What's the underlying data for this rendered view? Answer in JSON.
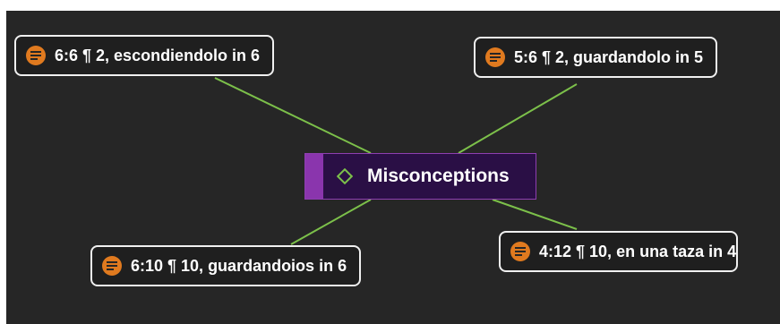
{
  "central": {
    "label": "Misconceptions",
    "icon": "diamond-icon"
  },
  "topics": [
    {
      "label": "6:6 ¶ 2, escondiendolo in 6",
      "icon": "note-icon"
    },
    {
      "label": "5:6 ¶ 2, guardandolo in 5",
      "icon": "note-icon"
    },
    {
      "label": "6:10 ¶ 10, guardandoios in 6",
      "icon": "note-icon"
    },
    {
      "label": "4:12 ¶ 10, en una taza in 4",
      "icon": "note-icon"
    }
  ],
  "colors": {
    "canvas": "#262626",
    "connector": "#7cc04a",
    "central_fill": "#2a0f45",
    "central_stripe": "#8a35ad",
    "node_border": "#f0f0f0",
    "note_icon": "#e07a1f"
  }
}
